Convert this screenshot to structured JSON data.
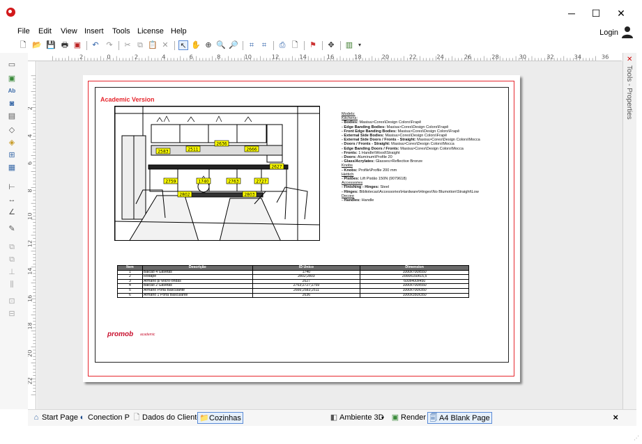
{
  "window": {
    "minimize": "─",
    "maximize": "☐",
    "close": "✕"
  },
  "menu": [
    "File",
    "Edit",
    "View",
    "Insert",
    "Tools",
    "License",
    "Help"
  ],
  "login": {
    "label": "Login"
  },
  "ruler": {
    "h_numbers": [
      "2",
      "0",
      "2",
      "4",
      "6",
      "8",
      "10",
      "12",
      "14",
      "16",
      "18",
      "20",
      "22",
      "24",
      "26",
      "28",
      "30",
      "32",
      "34",
      "36"
    ],
    "v_numbers": [
      "2",
      "4",
      "6",
      "8",
      "10",
      "12",
      "14",
      "16",
      "18",
      "20",
      "22"
    ]
  },
  "document": {
    "title": "Academic Version",
    "spec": {
      "models_head": "Models:",
      "kitchens_head": "Kitchens:",
      "lines": [
        {
          "b": "- Bodies:",
          "t": "Masisa>Cores\\Design  Colors\\Frapê"
        },
        {
          "b": "- Edge Banding Bodies:",
          "t": "Masisa>Cores\\Design  Colors\\Frapê"
        },
        {
          "b": "- Front Edge Banding Bodies:",
          "t": "Masisa>Cores\\Design  Colors\\Frapê"
        },
        {
          "b": "- External Side Bodies:",
          "t": "Masisa>Cores\\Design  Colors\\Frapê"
        },
        {
          "b": "- External Side Doors / Fronts - Straight:",
          "t": "Masisa>Cores\\Design Colors\\Mocca"
        },
        {
          "b": "- Doors / Fronts - Straight:",
          "t": "Masisa>Cores\\Design  Colors\\Mocca"
        },
        {
          "b": "- Edge Banding Doors / Fronts:",
          "t": "Masisa>Cores\\Design  Colors\\Mocca"
        },
        {
          "b": "- Fronts:",
          "t": "1 Handle\\Wood\\Straight"
        },
        {
          "b": "- Doors:",
          "t": "Aluminum\\Profile  20"
        },
        {
          "b": "- Glass/Acrylates:",
          "t": "Glasses>Reflective  Bronze"
        }
      ],
      "knobs_head": "Knobs",
      "knobs_line": {
        "b": "- Knobs:",
        "t": "Profile\\Profile 200  mm"
      },
      "hettich_head": "Hettich",
      "hettich_line": {
        "b": "- Pistões:",
        "t": "Lift Pistão 150N  (9079618)"
      },
      "accessories_head": "Accessories",
      "accessories_lines": [
        {
          "b": "- Finishing - Hinges:",
          "t": "Steel"
        },
        {
          "b": "- Hinges:",
          "t": "Bibliotecas\\Accessories\\Hardware\\Hinges\\No Blumotion\\Straight\\Low"
        }
      ],
      "decore_head": "Decore",
      "decore_line": {
        "b": "- Handles:",
        "t": "Handle"
      }
    },
    "tags": [
      "2583",
      "2511",
      "2636",
      "2666",
      "2627",
      "2759",
      "1740",
      "2763",
      "2727",
      "2802",
      "2803"
    ],
    "table": {
      "headers": [
        "Item",
        "Descrição",
        "ID Único",
        "Dimension"
      ],
      "rows": [
        [
          "1",
          "Balcão 4 Gavetas",
          "1740",
          "1000x700x550"
        ],
        [
          "2",
          "Rodapé",
          "2802;2803",
          "2000x150x15,5"
        ],
        [
          "3",
          "Armário p/ Micro-ondas",
          "2627",
          "600x400x450"
        ],
        [
          "4",
          "Balcão 2 Gavetas",
          "2763;2727;2759",
          "1000x700x550"
        ],
        [
          "5",
          "Armário Porta Basculante",
          "2666;2583;2511",
          "1000x700x350"
        ],
        [
          "6",
          "Armário 1 Porta Basculante",
          "2636",
          "1000x350x350"
        ]
      ]
    },
    "logo": "promob",
    "logo_sub": "academic"
  },
  "tools_panel": {
    "label": "Tools - Properties"
  },
  "tabs": [
    {
      "label": "Start Page",
      "icon": "start-page-icon"
    },
    {
      "label": "Conection P",
      "icon": "connection-icon"
    },
    {
      "label": "Dados do Cliente",
      "icon": "document-icon"
    },
    {
      "label": "Cozinhas",
      "icon": "folder-icon"
    },
    {
      "label": "Ambiente 3D",
      "icon": "3d-icon"
    },
    {
      "label": "Render",
      "icon": "image-icon"
    },
    {
      "label": "A4 Blank Page",
      "icon": "page-icon"
    }
  ],
  "tab_close": "×"
}
